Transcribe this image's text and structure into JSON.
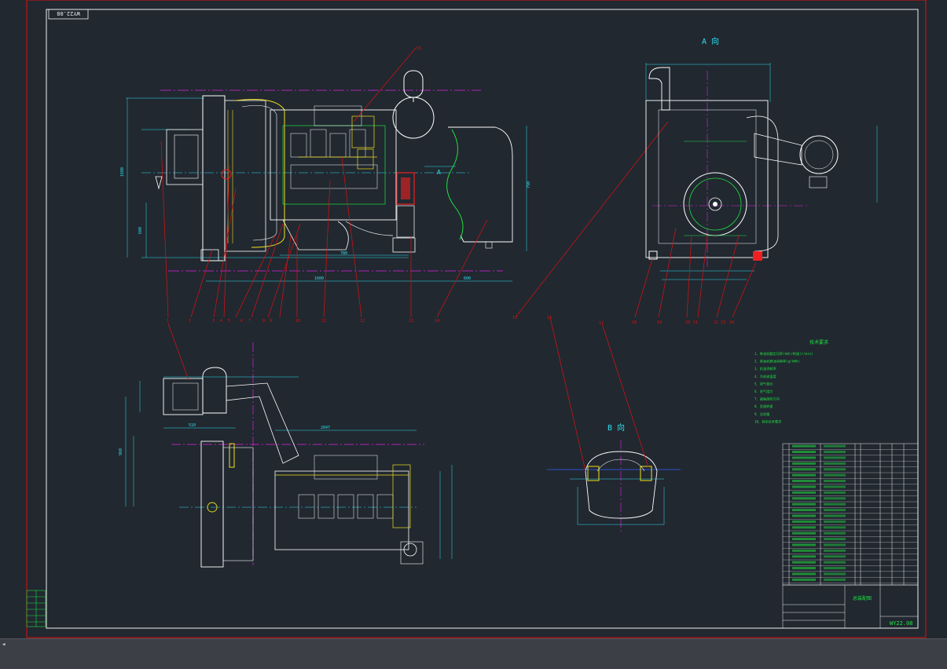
{
  "drawing": {
    "code_box": "WY22.08",
    "view_a_label": "A 向",
    "view_b_label": "B 向",
    "section_marker": "A",
    "notes_title": "技术要求",
    "notes": [
      "1、柴油机额定功率(kW)/转速(r/min)",
      "2、柴油机燃油消耗率(g/kWh)",
      "3、机油消耗率",
      "4、冷却液温度",
      "5、排气背压",
      "6、进气阻力",
      "7、曲轴旋转方向",
      "8、怠速转速",
      "9、总质量",
      "10、其余技术要求"
    ],
    "title_block": {
      "assembly_name": "总装配图",
      "code": "WY22.08"
    }
  },
  "colors": {
    "background": "#212830",
    "frame": "#f0f0f0",
    "outer_frame": "#e01010",
    "leader": "#e01010",
    "centerline": "#e020e0",
    "engine_body": "#ffffff",
    "engine_green": "#20e040",
    "engine_yellow": "#f0e020",
    "engine_cyan": "#30e0f0",
    "accent_red": "#f02020"
  },
  "callouts_front": [
    "1",
    "2",
    "3",
    "4",
    "5",
    "6",
    "7",
    "8",
    "9",
    "10",
    "11",
    "12",
    "13",
    "14",
    "15"
  ],
  "callouts_side": [
    "16",
    "17",
    "18",
    "19",
    "20",
    "21",
    "22",
    "23",
    "24"
  ]
}
